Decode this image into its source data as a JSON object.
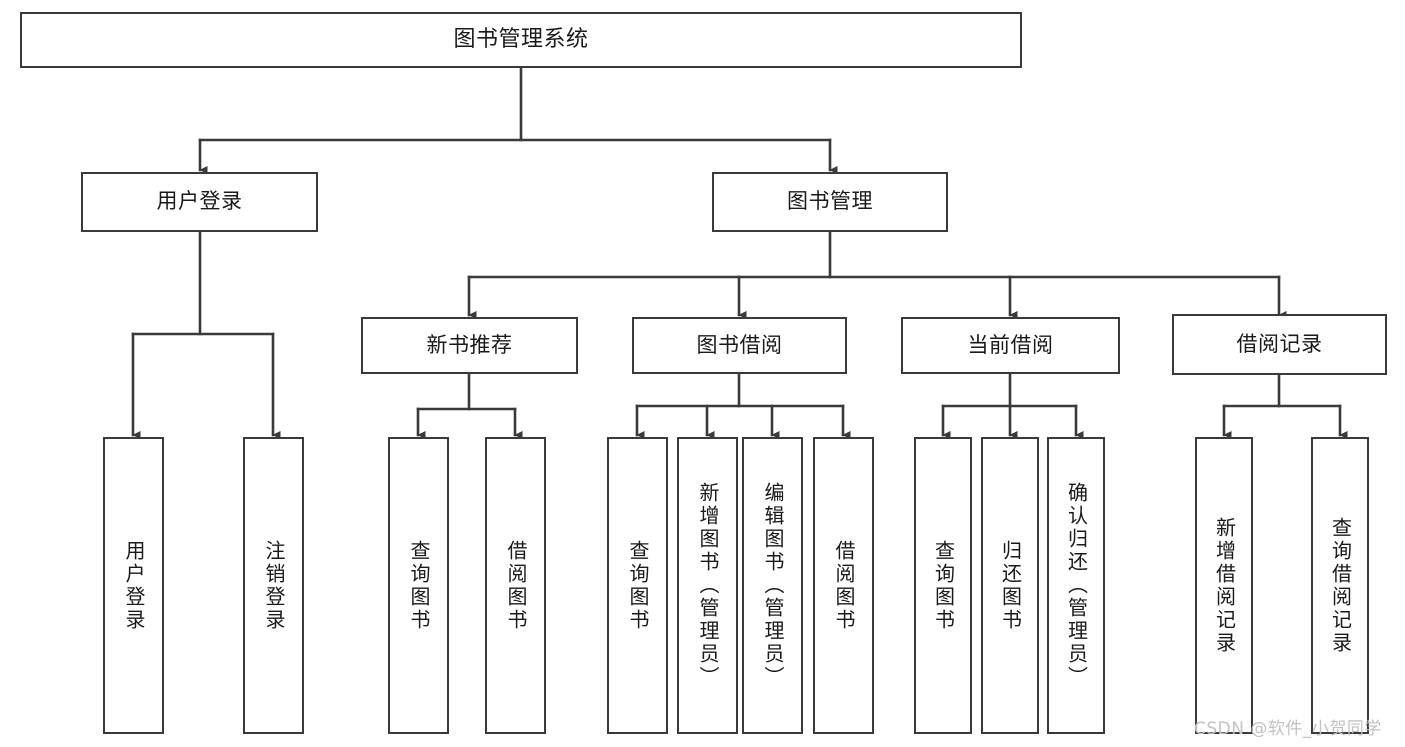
{
  "diagram": {
    "type": "tree-hierarchy-chart",
    "title": "图书管理系统",
    "background_color": "#ffffff",
    "line_color": "#3a3a3a",
    "text_color": "#1a1a1a",
    "watermark": "CSDN @软件_小贺同学",
    "watermark_color": "#c2c2c2"
  },
  "nodes": {
    "root": {
      "label": "图书管理系统"
    },
    "level1": [
      {
        "label": "用户登录"
      },
      {
        "label": "图书管理"
      }
    ],
    "level2": [
      {
        "label": "新书推荐"
      },
      {
        "label": "图书借阅"
      },
      {
        "label": "当前借阅"
      },
      {
        "label": "借阅记录"
      }
    ],
    "leaves": {
      "user_login": [
        {
          "label": "用户登录"
        },
        {
          "label": "注销登录"
        }
      ],
      "new_book": [
        {
          "label": "查询图书"
        },
        {
          "label": "借阅图书"
        }
      ],
      "book_borrow": [
        {
          "label": "查询图书"
        },
        {
          "label": "新增图书（管理员）"
        },
        {
          "label": "编辑图书（管理员）"
        },
        {
          "label": "借阅图书"
        }
      ],
      "current_borrow": [
        {
          "label": "查询图书"
        },
        {
          "label": "归还图书"
        },
        {
          "label": "确认归还（管理员）"
        }
      ],
      "borrow_record": [
        {
          "label": "新增借阅记录"
        },
        {
          "label": "查询借阅记录"
        }
      ]
    }
  }
}
